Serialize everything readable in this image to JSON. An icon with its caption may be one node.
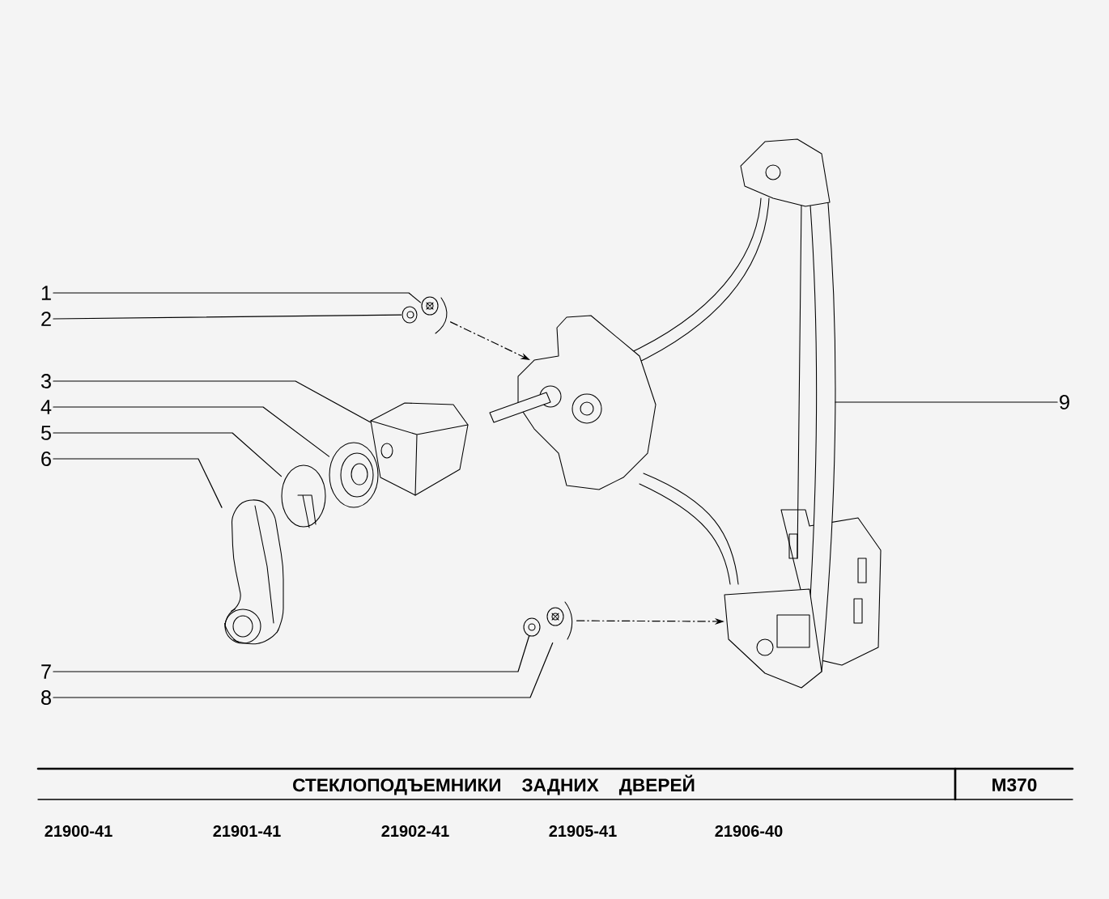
{
  "diagram": {
    "title": "СТЕКЛОПОДЪЕМНИКИ ЗАДНИХ ДВЕРЕЙ",
    "nodes": [
      {
        "text": [
          "1"
        ]
      },
      {
        "text": [
          "2"
        ]
      },
      {
        "text": [
          "3"
        ]
      },
      {
        "text": [
          "4"
        ]
      },
      {
        "text": [
          "5"
        ]
      },
      {
        "text": [
          "6"
        ]
      },
      {
        "text": [
          "7"
        ]
      },
      {
        "text": [
          "8"
        ]
      },
      {
        "text": [
          "9"
        ]
      },
      {
        "text": [],
        "shape": "picture"
      },
      {
        "text": [],
        "shape": "picture"
      },
      {
        "text": [],
        "shape": "picture"
      },
      {
        "text": [],
        "shape": "picture"
      },
      {
        "text": [],
        "shape": "picture"
      },
      {
        "text": [],
        "shape": "picture"
      },
      {
        "text": [],
        "shape": "picture",
        "in": 17
      },
      {
        "text": [],
        "shape": "picture",
        "in": 17
      },
      {
        "text": [],
        "shape": "picture"
      }
    ],
    "edges": [
      {
        "from": 0,
        "to": 9,
        "arrow": "none"
      },
      {
        "from": 1,
        "to": 10,
        "arrow": "none"
      },
      {
        "from": 2,
        "to": 11,
        "arrow": "none"
      },
      {
        "from": 3,
        "to": 12,
        "arrow": "none"
      },
      {
        "from": 4,
        "to": 13,
        "arrow": "none"
      },
      {
        "from": 5,
        "to": 14,
        "arrow": "none"
      },
      {
        "from": 6,
        "to": 15,
        "arrow": "none"
      },
      {
        "from": 7,
        "to": 16,
        "arrow": "none"
      },
      {
        "from": 8,
        "to": 17,
        "arrow": "none"
      },
      {
        "from": 9,
        "to": 17,
        "arrow": "to",
        "style": "dashed"
      },
      {
        "from": 16,
        "to": 17,
        "arrow": "to",
        "style": "dashed"
      }
    ],
    "labels": [
      "M370",
      "21900-41",
      "21901-41",
      "21902-41",
      "21905-41",
      "21906-40"
    ]
  }
}
